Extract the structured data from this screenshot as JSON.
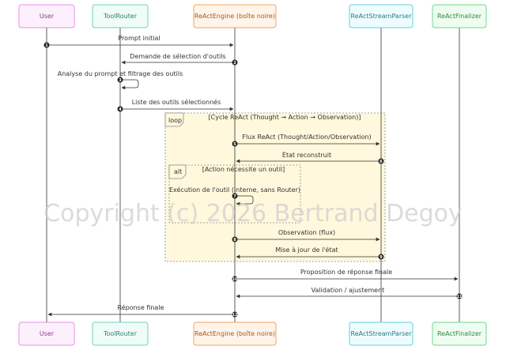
{
  "actors": [
    {
      "id": "user",
      "label": "User",
      "fill": "#fdf0fd",
      "stroke": "#e98ce9",
      "text": "#8a3a8a"
    },
    {
      "id": "router",
      "label": "ToolRouter",
      "fill": "#effcf8",
      "stroke": "#6fd3bd",
      "text": "#2f7f6f"
    },
    {
      "id": "engine",
      "label": "ReActEngine (boîte noire)",
      "fill": "#fff4ea",
      "stroke": "#f3a35c",
      "text": "#a85a18"
    },
    {
      "id": "parser",
      "label": "ReActStreamParser",
      "fill": "#eefcfd",
      "stroke": "#5fd2dc",
      "text": "#2a7d85"
    },
    {
      "id": "final",
      "label": "ReActFinalizer",
      "fill": "#effcf1",
      "stroke": "#6fd88a",
      "text": "#2f8a45"
    }
  ],
  "messages": [
    {
      "n": "1",
      "text": "Prompt initial"
    },
    {
      "n": "2",
      "text": "Demande de sélection d'outils"
    },
    {
      "n": "3",
      "text": "Analyse du prompt et filtrage des outils"
    },
    {
      "n": "4",
      "text": "Liste des outils sélectionnés"
    },
    {
      "n": "5",
      "text": "Flux ReAct (Thought/Action/Observation)"
    },
    {
      "n": "6",
      "text": "État reconstruit"
    },
    {
      "n": "7",
      "text": "Exécution de l'outil (interne, sans Router)"
    },
    {
      "n": "8",
      "text": "Observation (flux)"
    },
    {
      "n": "9",
      "text": "Mise à jour de l'état"
    },
    {
      "n": "10",
      "text": "Proposition de réponse finale"
    },
    {
      "n": "11",
      "text": "Validation / ajustement"
    },
    {
      "n": "12",
      "text": "Réponse finale"
    }
  ],
  "fragments": {
    "loop": {
      "keyword": "loop",
      "condition": "[Cycle ReAct (Thought → Action → Observation)]"
    },
    "alt": {
      "keyword": "alt",
      "condition": "[Action nécessite un outil]"
    }
  },
  "watermark": "Copyright (c) 2026 Bertrand Degoy",
  "colors": {
    "line": "#333333",
    "badge": "#222222",
    "fragment_fill": "#fff8dc",
    "fragment_stroke": "#888888"
  }
}
